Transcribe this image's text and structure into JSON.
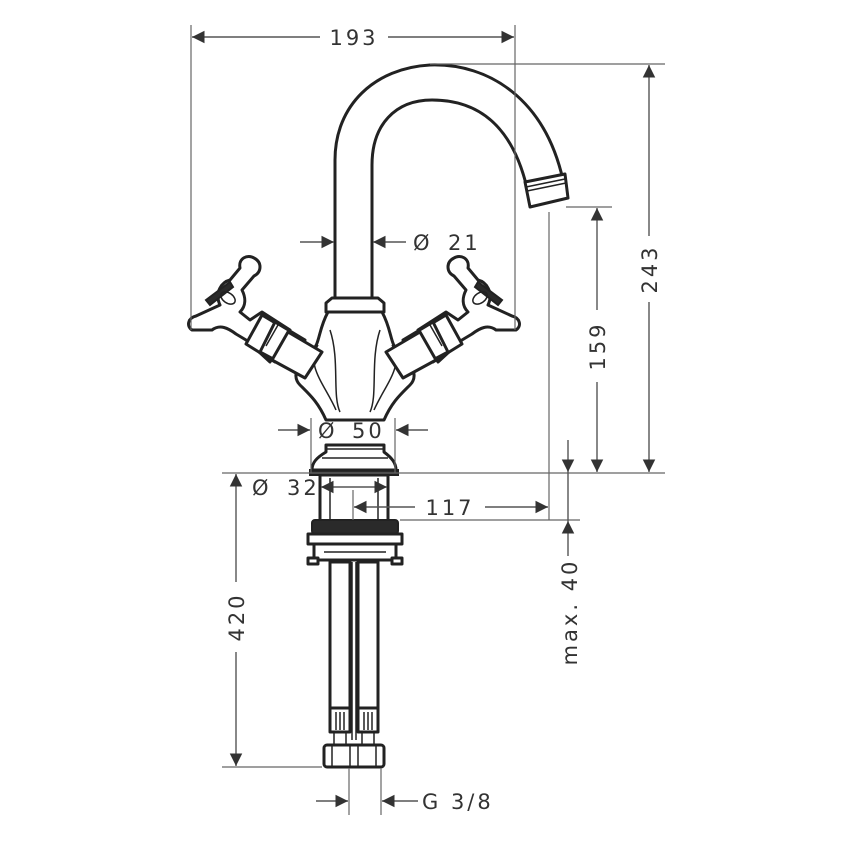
{
  "drawing": {
    "subject": "Basin mixer tap with cross handles and swivel spout - dimension drawing",
    "colors": {
      "line": "#222222",
      "dimension": "#555555",
      "background": "#ffffff",
      "text": "#333333"
    }
  },
  "dimensions": {
    "overall_width": {
      "value": "193",
      "orientation": "horizontal"
    },
    "spout_diameter": {
      "symbol": "Ø",
      "value": "21",
      "orientation": "horizontal"
    },
    "overall_height": {
      "value": "243",
      "orientation": "vertical"
    },
    "spout_outlet_height": {
      "value": "159",
      "orientation": "vertical"
    },
    "base_diameter": {
      "symbol": "Ø",
      "value": "50",
      "orientation": "horizontal"
    },
    "shank_diameter": {
      "symbol": "Ø",
      "value": "32",
      "orientation": "horizontal"
    },
    "spout_reach": {
      "value": "117",
      "orientation": "horizontal"
    },
    "max_deck_thickness": {
      "value": "max. 40",
      "orientation": "vertical"
    },
    "supply_hose_length": {
      "value": "420",
      "orientation": "vertical"
    },
    "connection_thread": {
      "value": "G 3/8",
      "orientation": "horizontal"
    }
  }
}
